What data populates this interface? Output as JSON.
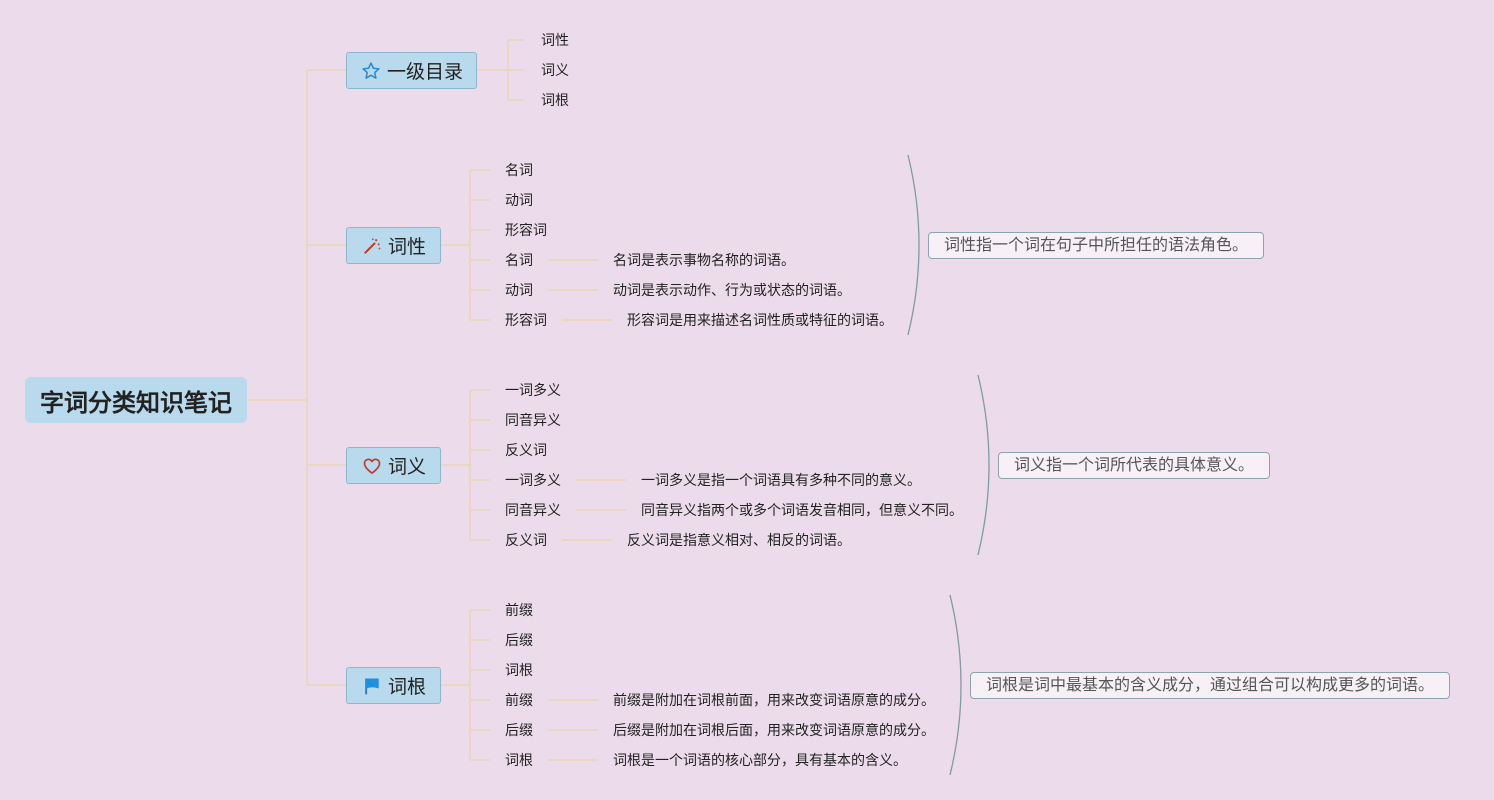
{
  "root": {
    "label": "字词分类知识笔记"
  },
  "branches": [
    {
      "label": "一级目录",
      "icon": "star-outline-icon",
      "items": [
        "词性",
        "词义",
        "词根"
      ]
    },
    {
      "label": "词性",
      "icon": "magic-wand-icon",
      "items": [
        "名词",
        "动词",
        "形容词"
      ],
      "details": [
        {
          "term": "名词",
          "definition": "名词是表示事物名称的词语。"
        },
        {
          "term": "动词",
          "definition": "动词是表示动作、行为或状态的词语。"
        },
        {
          "term": "形容词",
          "definition": "形容词是用来描述名词性质或特征的词语。"
        }
      ],
      "summary": "词性指一个词在句子中所担任的语法角色。"
    },
    {
      "label": "词义",
      "icon": "heart-outline-icon",
      "items": [
        "一词多义",
        "同音异义",
        "反义词"
      ],
      "details": [
        {
          "term": "一词多义",
          "definition": "一词多义是指一个词语具有多种不同的意义。"
        },
        {
          "term": "同音异义",
          "definition": "同音异义指两个或多个词语发音相同，但意义不同。"
        },
        {
          "term": "反义词",
          "definition": "反义词是指意义相对、相反的词语。"
        }
      ],
      "summary": "词义指一个词所代表的具体意义。"
    },
    {
      "label": "词根",
      "icon": "flag-icon",
      "items": [
        "前缀",
        "后缀",
        "词根"
      ],
      "details": [
        {
          "term": "前缀",
          "definition": "前缀是附加在词根前面，用来改变词语原意的成分。"
        },
        {
          "term": "后缀",
          "definition": "后缀是附加在词根后面，用来改变词语原意的成分。"
        },
        {
          "term": "词根",
          "definition": "词根是一个词语的核心部分，具有基本的含义。"
        }
      ],
      "summary": "词根是词中最基本的含义成分，通过组合可以构成更多的词语。"
    }
  ],
  "colors": {
    "background": "#ecdceb",
    "node_fill": "#b9d9ec",
    "connector": "#e8d3b6",
    "brace": "#7f9ba4"
  }
}
